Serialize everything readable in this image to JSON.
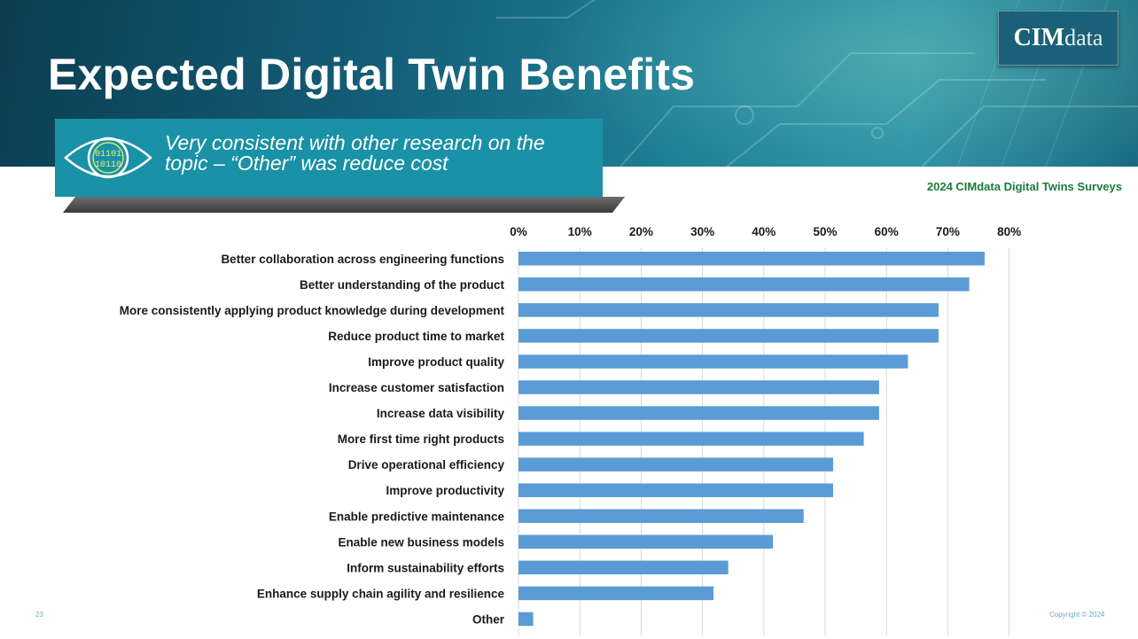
{
  "slide": {
    "title": "Expected Digital Twin Benefits",
    "callout_text": "Very consistent with other research on the topic – “Other” was reduce cost",
    "eye_icon_digits_top": "01101",
    "eye_icon_digits_bottom": "10110",
    "logo_bold": "CIM",
    "logo_light": "data",
    "survey_label": "2024 CIMdata Digital Twins Surveys",
    "page_number": "23",
    "copyright": "Copyright © 2024"
  },
  "colors": {
    "bar": "#5b9bd5",
    "title": "#ffffff",
    "callout": "#1991a6",
    "survey_label": "#1c7a3a",
    "gridline": "#d9d9d9"
  },
  "chart_data": {
    "type": "bar",
    "orientation": "horizontal",
    "title": "",
    "xlabel": "",
    "ylabel": "",
    "xlim": [
      0,
      80
    ],
    "ticks": [
      0,
      10,
      20,
      30,
      40,
      50,
      60,
      70,
      80
    ],
    "tick_labels": [
      "0%",
      "10%",
      "20%",
      "30%",
      "40%",
      "50%",
      "60%",
      "70%",
      "80%"
    ],
    "axis_position": "top",
    "grid": true,
    "categories": [
      "Better collaboration across engineering functions",
      "Better understanding of the product",
      "More consistently applying product knowledge during development",
      "Reduce product time to market",
      "Improve product quality",
      "Increase customer satisfaction",
      "Increase data visibility",
      "More first time right products",
      "Drive operational efficiency",
      "Improve productivity",
      "Enable predictive maintenance",
      "Enable new business models",
      "Inform sustainability efforts",
      "Enhance supply chain agility and resilience",
      "Other"
    ],
    "values": [
      76,
      73.5,
      68.5,
      68.5,
      63.5,
      58.8,
      58.8,
      56.3,
      51.3,
      51.3,
      46.5,
      41.5,
      34.2,
      31.8,
      2.4
    ]
  }
}
